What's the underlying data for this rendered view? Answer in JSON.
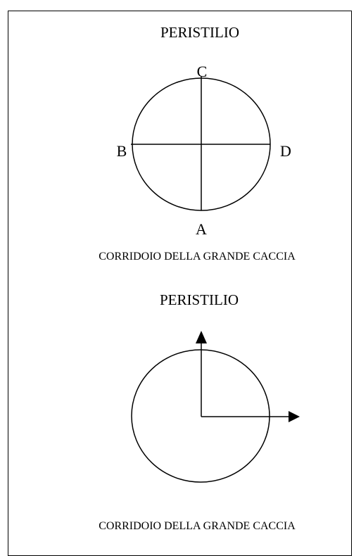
{
  "diagram_top": {
    "title": "PERISTILIO",
    "caption": "CORRIDOIO DELLA GRANDE CACCIA",
    "points": {
      "top": "C",
      "left": "B",
      "right": "D",
      "bottom": "A"
    }
  },
  "diagram_bottom": {
    "title": "PERISTILIO",
    "caption": "CORRIDOIO DELLA GRANDE CACCIA"
  },
  "colors": {
    "line": "#000000",
    "background": "#ffffff"
  }
}
